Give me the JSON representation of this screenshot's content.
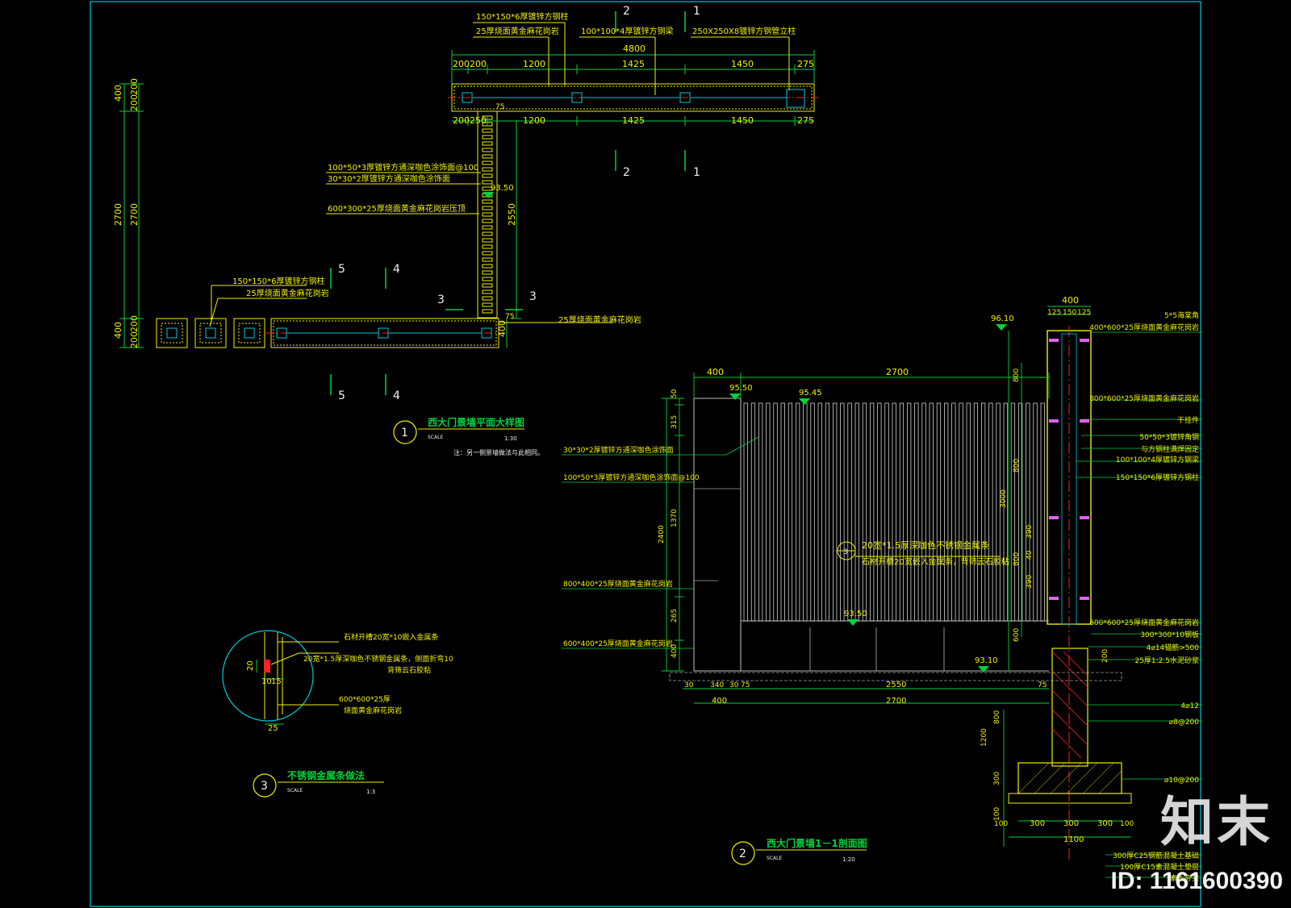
{
  "plan": {
    "top_labels": [
      "150*150*6厚镀锌方钢柱",
      "25厚烧面黄金麻花岗岩",
      "100*100*4厚镀锌方钢梁",
      "250X250X8镀锌方钢管立柱"
    ],
    "dims_top": [
      "4800",
      "200",
      "250",
      "1200",
      "1425",
      "1450",
      "275"
    ],
    "dims_left": [
      "400",
      "200",
      "200",
      "2700",
      "2700"
    ],
    "mid_labels": [
      "100*50*3厚镀锌方通深咖色涂饰面@100",
      "30*30*2厚镀锌方通深咖色涂饰面",
      "600*300*25厚烧面黄金麻花岗岩压顶"
    ],
    "elev_mark": "93.50",
    "dim_2550": "2550",
    "dim_75": "75",
    "lower_labels": [
      "150*150*6厚镀锌方钢柱",
      "25厚烧面黄金麻花岗岩",
      "25厚烧面黄金麻花岗岩"
    ],
    "section_marks": [
      "1",
      "2",
      "3",
      "4",
      "5"
    ],
    "title": "西大门景墙平面大样图",
    "number": "1",
    "scale_word": "SCALE",
    "scale": "1:30",
    "note": "注：另一侧景墙做法与此相同。"
  },
  "detail": {
    "labels": [
      "石材开槽20宽*10嵌入金属条",
      "20宽*1.5厚深咖色不锈钢金属条，侧面折弯10",
      "背筛云石胶粘",
      "600*600*25厚",
      "烧面黄金麻花岗岩"
    ],
    "dims": [
      "20",
      "10",
      "15",
      "25"
    ],
    "title": "不锈钢金属条做法",
    "number": "3",
    "scale_word": "SCALE",
    "scale": "1:3"
  },
  "section": {
    "top_dims": [
      "400",
      "2700",
      "400",
      "125",
      "150",
      "125"
    ],
    "elevs": [
      "96.10",
      "95.50",
      "95.45",
      "93.50",
      "93.10"
    ],
    "left_labels": [
      "30*30*2厚镀锌方通深咖色涂饰面",
      "100*50*3厚镀锌方通深咖色涂饰面@100",
      "800*400*25厚烧面黄金麻花岗岩",
      "600*400*25厚烧面黄金麻花岗岩"
    ],
    "left_dims": [
      "50",
      "315",
      "1370",
      "2400",
      "265",
      "400"
    ],
    "center_mark": "3",
    "center_labels": [
      "20宽*1.5厚深咖色不锈钢金属条",
      "石材开槽20宽嵌入金属条，背筛云石胶粘"
    ],
    "bottom_dims": [
      "30",
      "340",
      "30",
      "75",
      "2550",
      "75",
      "400",
      "2700"
    ],
    "right_dims": [
      "800",
      "800",
      "3000",
      "390",
      "40",
      "800",
      "390",
      "600",
      "200",
      "800",
      "1200",
      "300",
      "100"
    ],
    "right_labels": [
      "5*5海棠角",
      "400*600*25厚烧面黄金麻花岗岩",
      "800*600*25厚烧面黄金麻花岗岩",
      "干挂件",
      "50*50*3镀锌角钢",
      "与方钢柱满焊固定",
      "100*100*4厚镀锌方钢梁",
      "150*150*6厚镀锌方钢柱",
      "600*600*25厚烧面黄金麻花岗岩",
      "300*300*10钢板",
      "4⌀14锚筋>500",
      "25厚1:2.5水泥砂浆",
      "4⌀12",
      "⌀8@200",
      "⌀10@200",
      "300厚C25钢筋混凝土基础",
      "100厚C15素混凝土垫层",
      "素土夯实"
    ],
    "footing_dims": [
      "100",
      "300",
      "300",
      "300",
      "100",
      "1100"
    ],
    "title": "西大门景墙1－1剖面图",
    "number": "2",
    "scale_word": "SCALE",
    "scale": "1:20"
  },
  "watermark": "知末",
  "id_text": "ID: 1161600390",
  "colors": {
    "yellow": "#f0f000",
    "green": "#00d23c",
    "cyan": "#00c8dc",
    "red": "#ff2020",
    "white": "#f0f0f0",
    "magenta": "#e060ff"
  }
}
